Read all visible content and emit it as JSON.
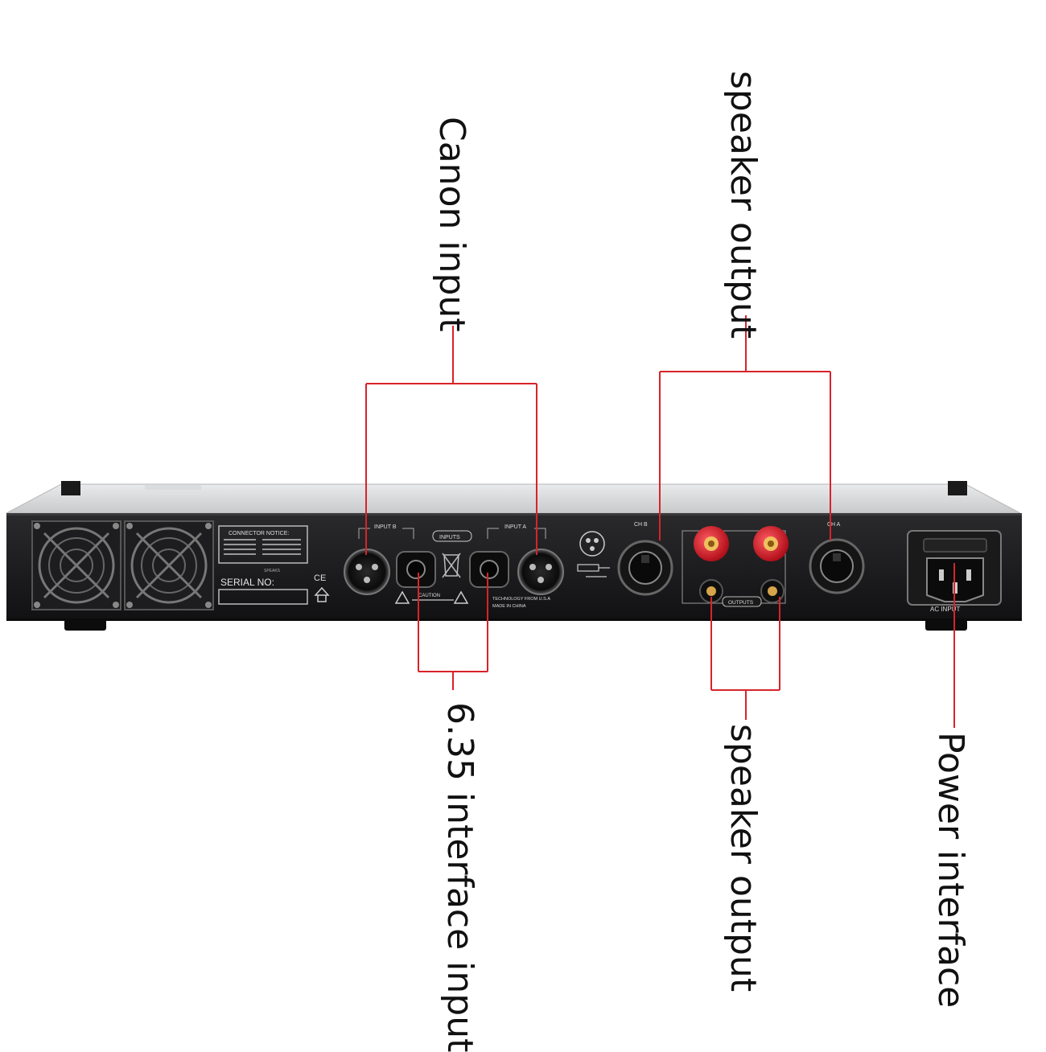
{
  "callouts": {
    "canon_input": "Canon input",
    "speaker_output_top": "speaker output",
    "jack_input": "6.35 interface input",
    "speaker_output_bottom": "speaker output",
    "power_interface": "Power interface"
  },
  "panel_labels": {
    "connector_notice": "CONNECTOR NOTICE:",
    "serial_no": "SERIAL NO:",
    "ce_mark": "CE",
    "input_b": "INPUT B",
    "inputs": "INPUTS",
    "input_a": "INPUT A",
    "caution": "CAUTION",
    "made_in": "MADE IN CHINA",
    "technology": "TECHNOLOGY FROM U.S.A",
    "ch_b": "CH B",
    "ch_a": "CH A",
    "outputs": "OUTPUTS",
    "ac_input": "AC INPUT",
    "speaks": "SPEAKS"
  },
  "colors": {
    "leader_line": "#d8232a",
    "panel": "#1c1c1e",
    "binding_post": "#d01622"
  }
}
